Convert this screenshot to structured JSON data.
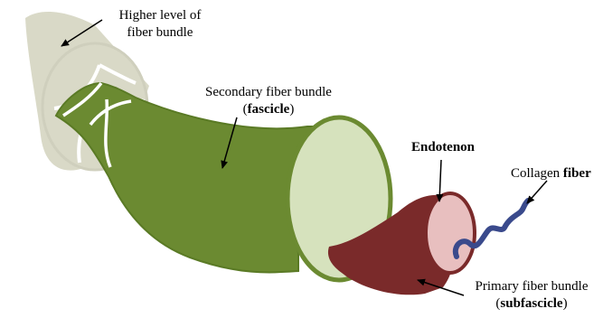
{
  "labels": {
    "higher_level": [
      "Higher level of",
      "fiber bundle"
    ],
    "secondary": {
      "line1": "Secondary fiber bundle",
      "open": "(",
      "bold": "fascicle",
      "close": ")"
    },
    "endotenon": "Endotenon",
    "collagen": {
      "plain": "Collagen ",
      "bold": "fiber"
    },
    "primary": {
      "line1": "Primary fiber bundle",
      "open": "(",
      "bold": "subfascicle",
      "close": ")"
    }
  },
  "colors": {
    "higher_fill": "#d9d9c7",
    "higher_stroke": "#cfcfbd",
    "secondary_fill": "#6b8a31",
    "secondary_stroke": "#5a7a25",
    "secondary_face": "#d6e2bd",
    "primary_fill": "#7a2a2a",
    "primary_face": "#e8bfbf",
    "collagen": "#3a4a8c",
    "arrow": "#000000"
  }
}
